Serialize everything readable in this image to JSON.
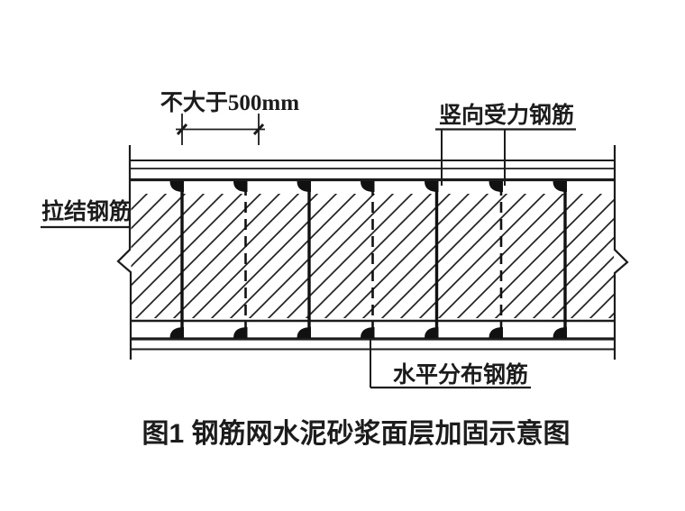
{
  "figure": {
    "caption": "图1  钢筋网水泥砂浆面层加固示意图",
    "labels": {
      "dimension": "不大于500mm",
      "vertical_rebar": "竖向受力钢筋",
      "tie_rebar": "拉结钢筋",
      "horizontal_rebar": "水平分布钢筋"
    },
    "colors": {
      "ink": "#1c1c1c",
      "background": "#ffffff"
    }
  }
}
